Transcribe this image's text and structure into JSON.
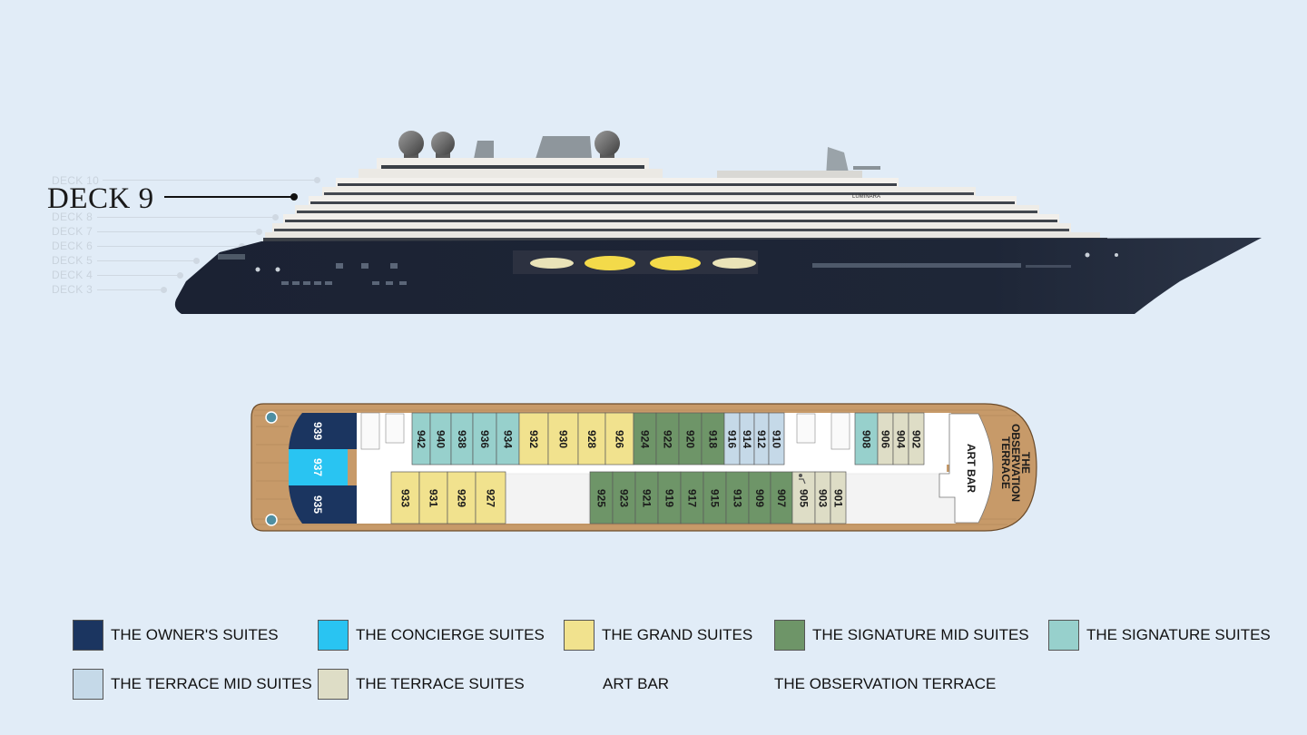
{
  "decks_nav": {
    "deck10": "DECK 10",
    "current": "DECK 9",
    "deck8": "DECK 8",
    "deck7": "DECK 7",
    "deck6": "DECK 6",
    "deck5": "DECK 5",
    "deck4": "DECK 4",
    "deck3": "DECK 3"
  },
  "ship": {
    "name": "LUMINARA"
  },
  "plan": {
    "art_bar": "ART BAR",
    "observation_terrace": [
      "THE",
      "OBSERVATION",
      "TERRACE"
    ],
    "cabins": {
      "s939": "939",
      "s937": "937",
      "s935": "935",
      "s942": "942",
      "s940": "940",
      "s938": "938",
      "s936": "936",
      "s934": "934",
      "s932": "932",
      "s930": "930",
      "s928": "928",
      "s926": "926",
      "s924": "924",
      "s922": "922",
      "s920": "920",
      "s918": "918",
      "s916": "916",
      "s914": "914",
      "s912": "912",
      "s910": "910",
      "s908": "908",
      "s906": "906",
      "s904": "904",
      "s902": "902",
      "s933": "933",
      "s931": "931",
      "s929": "929",
      "s927": "927",
      "s925": "925",
      "s923": "923",
      "s921": "921",
      "s919": "919",
      "s917": "917",
      "s915": "915",
      "s913": "913",
      "s909": "909",
      "s907": "907",
      "s905": "905",
      "s903": "903",
      "s901": "901"
    }
  },
  "legend": [
    {
      "label": "THE OWNER'S SUITES",
      "color": "#1b3560"
    },
    {
      "label": "THE CONCIERGE SUITES",
      "color": "#29c4f2"
    },
    {
      "label": "THE GRAND SUITES",
      "color": "#f1e28e"
    },
    {
      "label": "THE SIGNATURE MID SUITES",
      "color": "#6e9568"
    },
    {
      "label": "THE SIGNATURE SUITES",
      "color": "#97d0cc"
    },
    {
      "label": "THE TERRACE MID SUITES",
      "color": "#c5d9e8"
    },
    {
      "label": "THE TERRACE SUITES",
      "color": "#deddc6"
    },
    {
      "label": "ART BAR",
      "color": ""
    },
    {
      "label": "THE OBSERVATION TERRACE",
      "color": ""
    }
  ]
}
